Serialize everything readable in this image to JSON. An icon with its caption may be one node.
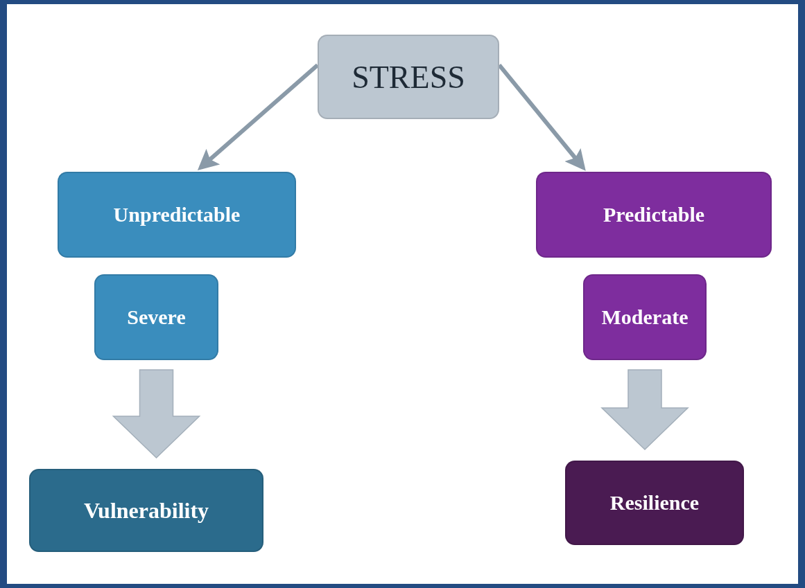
{
  "diagram": {
    "nodes": [
      {
        "text": [
          "STRESS"
        ]
      },
      {
        "text": [
          "Unpredictable"
        ]
      },
      {
        "text": [
          "Severe"
        ]
      },
      {
        "text": [
          "Vulnerability"
        ]
      },
      {
        "text": [
          "Predictable"
        ]
      },
      {
        "text": [
          "Moderate"
        ]
      },
      {
        "text": [
          "Resilience"
        ]
      }
    ],
    "edges": [
      {
        "from": 0,
        "to": 1,
        "arrow": "to"
      },
      {
        "from": 0,
        "to": 4,
        "arrow": "to"
      },
      {
        "from": 2,
        "to": 3,
        "arrow": "to",
        "style": "thick"
      },
      {
        "from": 5,
        "to": 6,
        "arrow": "to",
        "style": "thick"
      }
    ]
  }
}
